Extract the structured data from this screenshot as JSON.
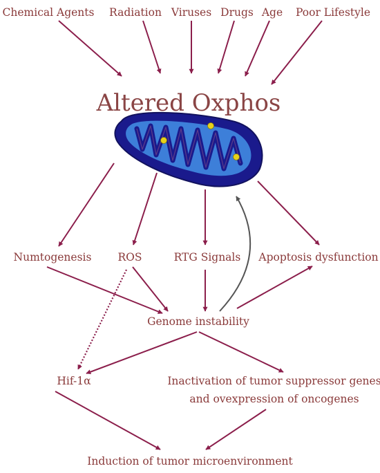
{
  "causes": {
    "chemical_agents": "Chemical Agents",
    "radiation": "Radiation",
    "viruses": "Viruses",
    "drugs": "Drugs",
    "age": "Age",
    "poor_lifestyle": "Poor Lifestyle"
  },
  "center": {
    "title": "Altered Oxphos"
  },
  "effects": {
    "numtogenesis": "Numtogenesis",
    "ros": "ROS",
    "rtg_signals": "RTG Signals",
    "apoptosis_dysfunction": "Apoptosis dysfunction"
  },
  "outcomes": {
    "genome_instability": "Genome instability",
    "hif1a": "Hif-1α",
    "inactivation_line1": "Inactivation of tumor suppressor genes",
    "inactivation_line2": "and ovexpression of oncogenes",
    "tumor_microenvironment": "Induction of tumor microenvironment"
  },
  "colors": {
    "arrow": "#8b1e4b",
    "feedback_arrow": "#555555",
    "label_text": "#8a3a3a",
    "mito_outer": "#1a1a8c",
    "mito_inner": "#3d7fd9",
    "granule": "#e8d21a"
  },
  "icons": {
    "mitochondrion": "mitochondrion-illustration"
  }
}
